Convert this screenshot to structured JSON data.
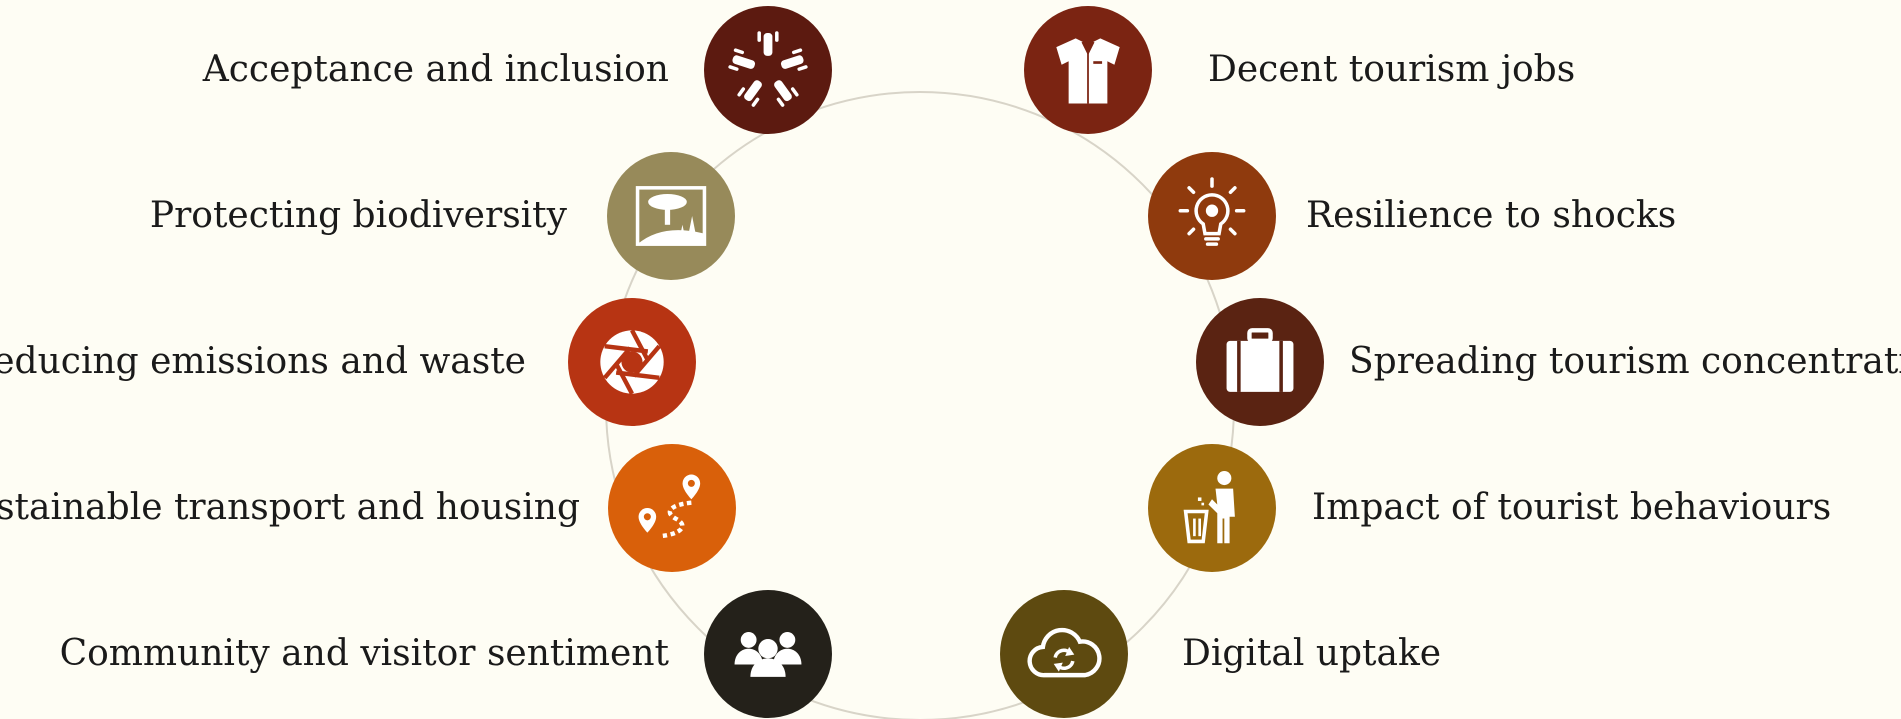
{
  "items": [
    {
      "label": "Acceptance and inclusion",
      "icon": "hands-together-icon",
      "color": "#5c1a10"
    },
    {
      "label": "Decent tourism jobs",
      "icon": "shirt-icon",
      "color": "#7b2412"
    },
    {
      "label": "Protecting biodiversity",
      "icon": "tree-landscape-icon",
      "color": "#978a5a"
    },
    {
      "label": "Resilience to shocks",
      "icon": "lightbulb-icon",
      "color": "#8f3a0d"
    },
    {
      "label": "Reducing emissions and waste",
      "icon": "aperture-icon",
      "color": "#b73413"
    },
    {
      "label": "Spreading tourism concentration",
      "icon": "suitcase-icon",
      "color": "#5a2312"
    },
    {
      "label": "Sustainable transport and housing",
      "icon": "route-map-icon",
      "color": "#d9600a"
    },
    {
      "label": "Impact of tourist behaviours",
      "icon": "person-trash-icon",
      "color": "#9c6a0d"
    },
    {
      "label": "Community and visitor sentiment",
      "icon": "people-group-icon",
      "color": "#24211a"
    },
    {
      "label": "Digital uptake",
      "icon": "cloud-sync-icon",
      "color": "#5e4a10"
    }
  ],
  "ring_color": "#d8d4c8"
}
